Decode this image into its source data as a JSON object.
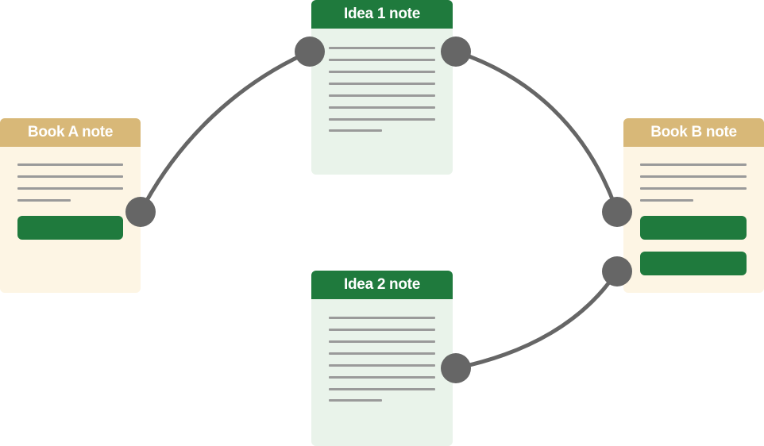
{
  "cards": {
    "book_a": {
      "title": "Book A note",
      "line_count": 4,
      "button_count": 1
    },
    "book_b": {
      "title": "Book B note",
      "line_count": 4,
      "button_count": 2
    },
    "idea_1": {
      "title": "Idea 1 note",
      "line_count": 8
    },
    "idea_2": {
      "title": "Idea 2 note",
      "line_count": 8
    }
  },
  "connections": [
    {
      "from": "book_a",
      "to": "idea_1"
    },
    {
      "from": "idea_1",
      "to": "book_b"
    },
    {
      "from": "idea_2",
      "to": "book_b"
    }
  ],
  "colors": {
    "book_header": "#d8b878",
    "book_body": "#fdf5e4",
    "idea_header": "#1f7a3d",
    "idea_body": "#e9f3ea",
    "button": "#1f7a3d",
    "text_line": "#9a9a9a",
    "connector": "#666666"
  }
}
